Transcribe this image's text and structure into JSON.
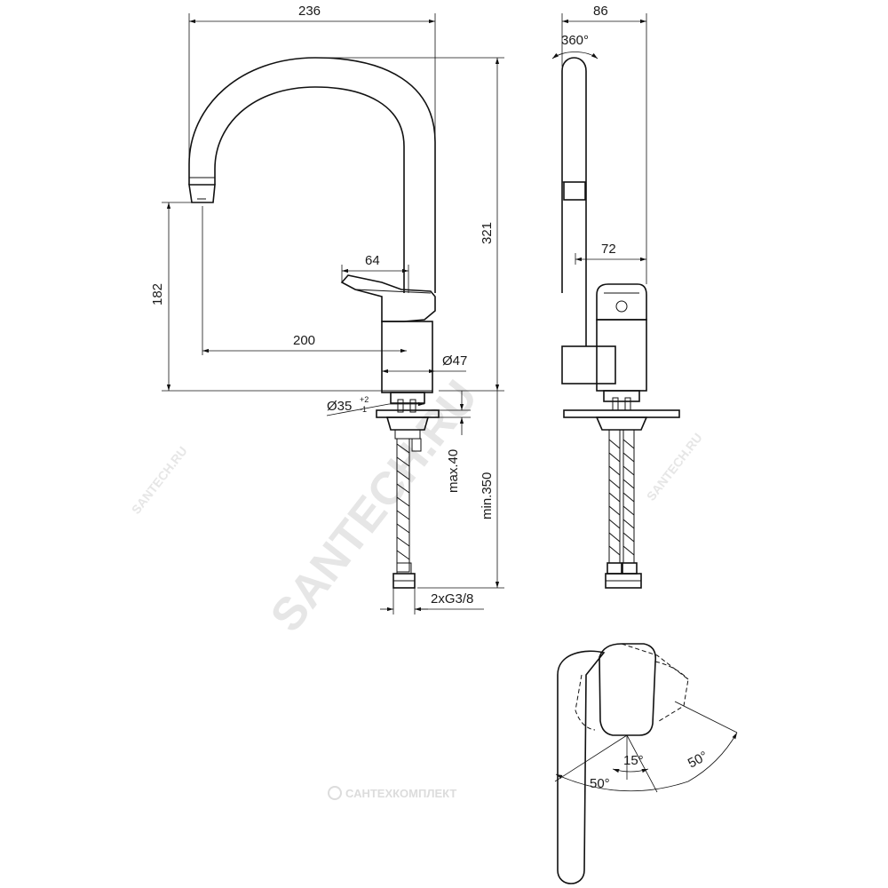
{
  "dimensions": {
    "overall_width": "236",
    "side_width": "86",
    "rotation": "360°",
    "height_total": "321",
    "spout_height": "182",
    "lever_length": "64",
    "side_depth": "72",
    "spout_reach": "200",
    "body_diameter": "Ø47",
    "hole_diameter": "Ø35",
    "hole_tol_upper": "+2",
    "hole_tol_lower": "-1",
    "max_thickness": "max.40",
    "hose_length": "min.350",
    "connection": "2xG3/8",
    "angle_15": "15°",
    "angle_50_left": "50°",
    "angle_50_right": "50°"
  },
  "watermarks": {
    "main": "SANTECH.RU",
    "small_left": "SANTECH.RU",
    "small_right": "SANTECH.RU",
    "company": "САНТЕХКОМПЛЕКТ"
  },
  "colors": {
    "line": "#111111",
    "watermark": "#e6e6e6"
  }
}
